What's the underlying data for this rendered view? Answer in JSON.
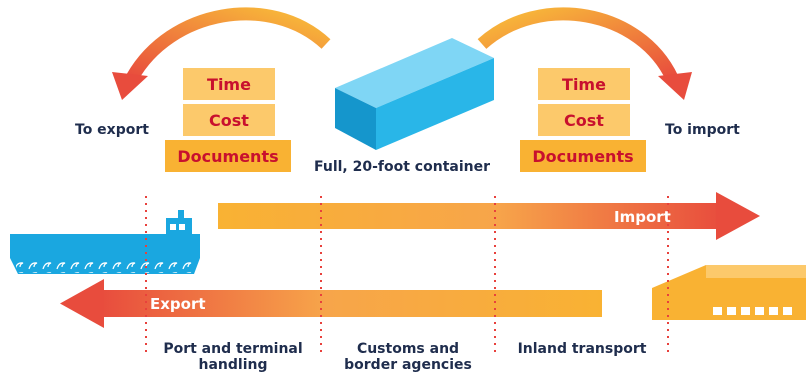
{
  "left_panel": {
    "label": "To export",
    "boxes": [
      "Time",
      "Cost",
      "Documents"
    ]
  },
  "right_panel": {
    "label": "To import",
    "boxes": [
      "Time",
      "Cost",
      "Documents"
    ]
  },
  "container": {
    "caption": "Full, 20-foot container"
  },
  "arrows": {
    "import_label": "Import",
    "export_label": "Export"
  },
  "stages": [
    {
      "line1": "Port and terminal",
      "line2": "handling"
    },
    {
      "line1": "Customs and",
      "line2": "border agencies"
    },
    {
      "line1": "Inland transport",
      "line2": ""
    }
  ],
  "colors": {
    "arrow_start": "#f9b233",
    "arrow_end": "#e84c3d",
    "box_fill": "#fcc96b",
    "box_text": "#c8102e",
    "container": "#29b6e8",
    "ship": "#1aa7e0",
    "warehouse": "#f7b432",
    "dotted_line": "#e8413c"
  }
}
